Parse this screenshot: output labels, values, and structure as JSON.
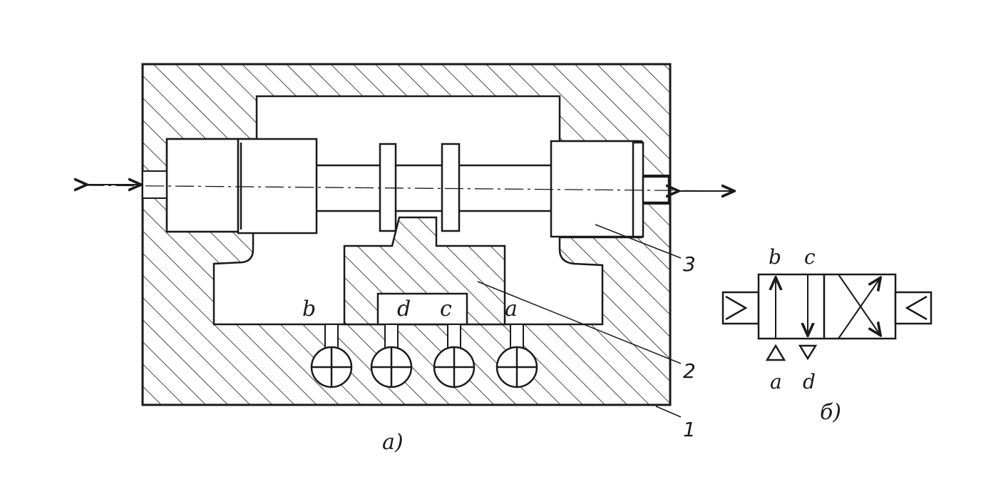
{
  "figure_a": {
    "caption": "a)",
    "port_labels": {
      "b": "b",
      "d": "d",
      "c": "c",
      "a": "a"
    },
    "callouts": {
      "one": "1",
      "two": "2",
      "three": "3"
    }
  },
  "figure_b": {
    "caption": "б)",
    "top_labels": {
      "b": "b",
      "c": "c"
    },
    "bottom_labels": {
      "a": "a",
      "d": "d"
    }
  }
}
